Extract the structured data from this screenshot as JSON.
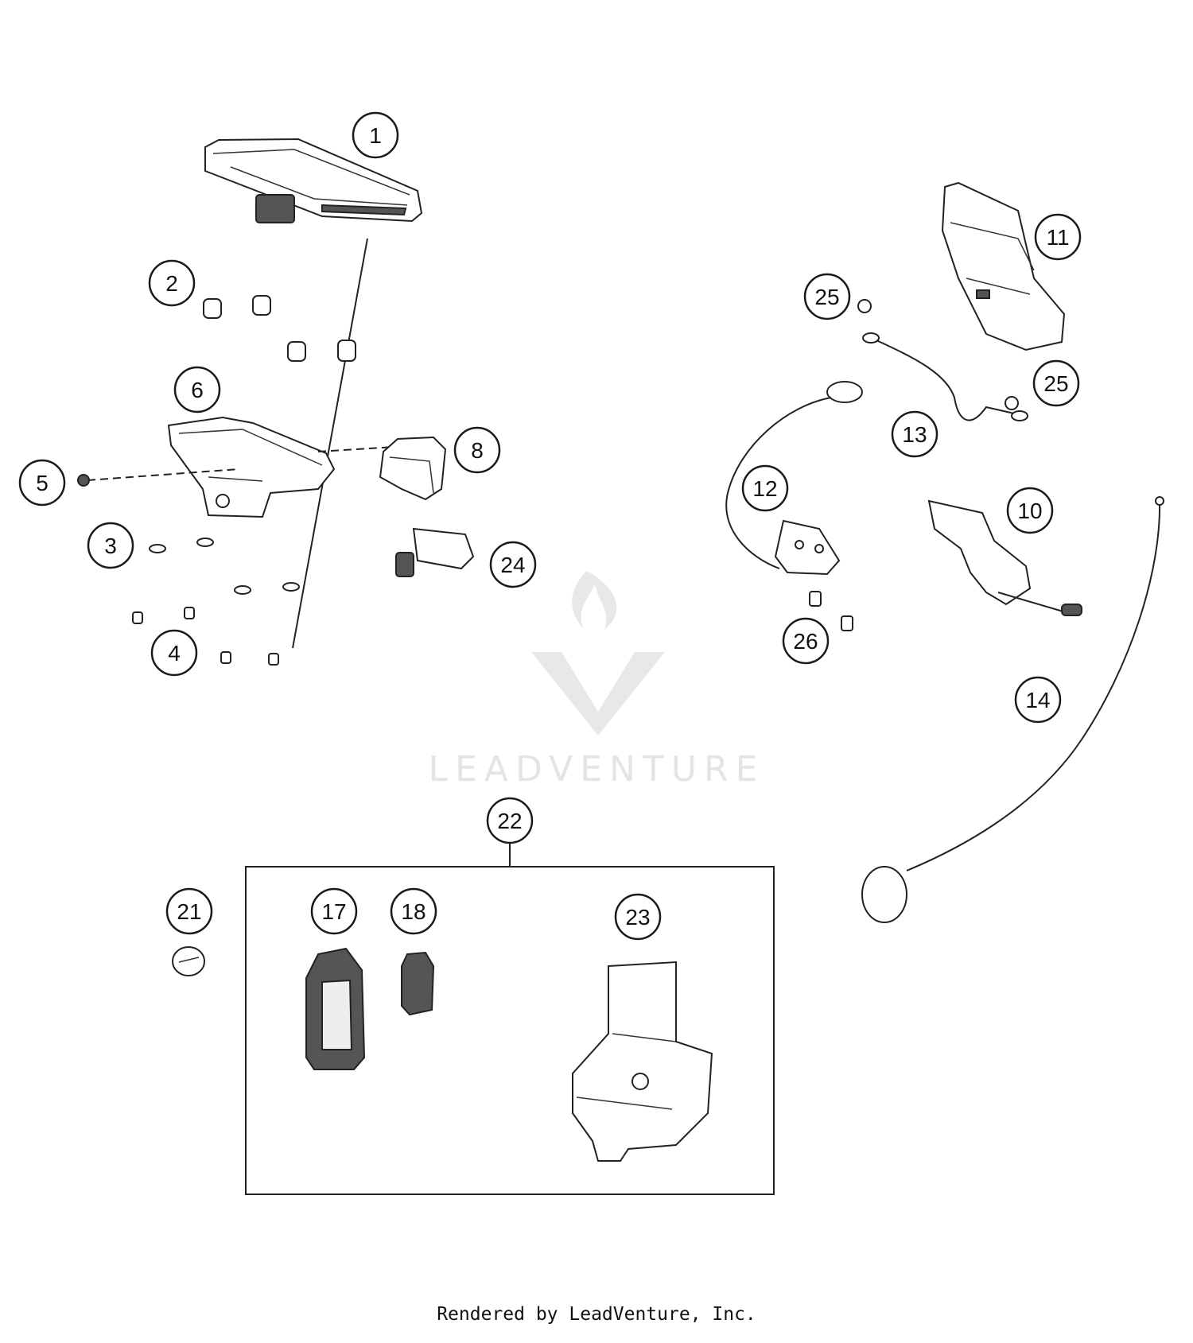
{
  "watermark": {
    "brand": "LEADVENTURE"
  },
  "footer": {
    "credit": "Rendered by LeadVenture, Inc."
  },
  "callouts": [
    {
      "id": "c1",
      "label": "1"
    },
    {
      "id": "c2",
      "label": "2"
    },
    {
      "id": "c3",
      "label": "3"
    },
    {
      "id": "c4",
      "label": "4"
    },
    {
      "id": "c5",
      "label": "5"
    },
    {
      "id": "c6",
      "label": "6"
    },
    {
      "id": "c8",
      "label": "8"
    },
    {
      "id": "c24",
      "label": "24"
    },
    {
      "id": "c11",
      "label": "11"
    },
    {
      "id": "c25a",
      "label": "25"
    },
    {
      "id": "c25b",
      "label": "25"
    },
    {
      "id": "c13",
      "label": "13"
    },
    {
      "id": "c12",
      "label": "12"
    },
    {
      "id": "c10",
      "label": "10"
    },
    {
      "id": "c26",
      "label": "26"
    },
    {
      "id": "c14",
      "label": "14"
    },
    {
      "id": "c22",
      "label": "22"
    },
    {
      "id": "c21",
      "label": "21"
    },
    {
      "id": "c17",
      "label": "17"
    },
    {
      "id": "c18",
      "label": "18"
    },
    {
      "id": "c23",
      "label": "23"
    }
  ]
}
